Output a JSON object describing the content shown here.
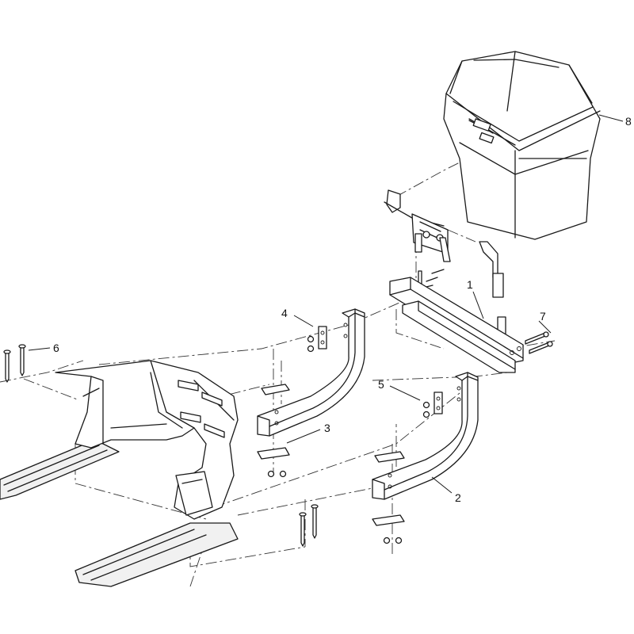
{
  "callouts": {
    "part_1": "1",
    "part_2": "2",
    "part_3": "3",
    "part_4": "4",
    "part_5": "5",
    "part_6": "6",
    "part_7": "7",
    "part_8": "8"
  }
}
